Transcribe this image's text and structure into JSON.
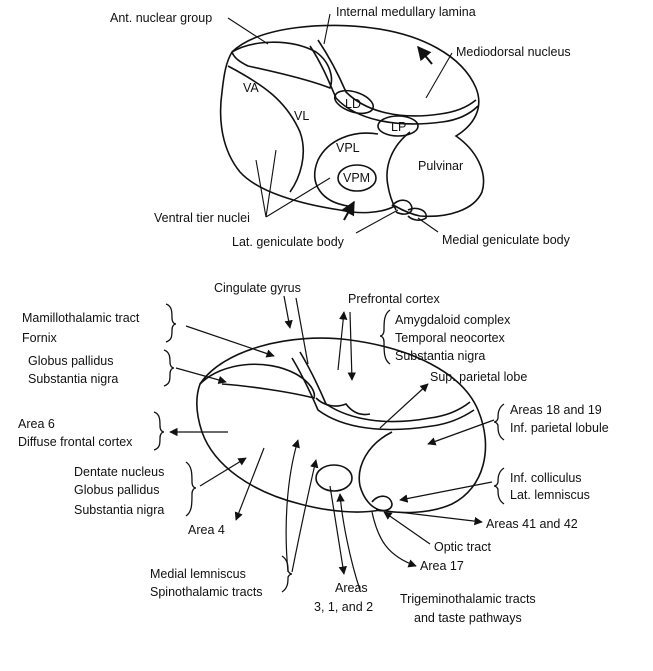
{
  "top": {
    "nuclei": {
      "va": "VA",
      "vl": "VL",
      "ld": "LD",
      "lp": "LP",
      "vpl": "VPL",
      "vpm": "VPM",
      "pulvinar": "Pulvinar"
    },
    "labels": {
      "ant_nuclear_group": "Ant. nuclear group",
      "internal_medullary_lamina": "Internal medullary lamina",
      "mediodorsal_nucleus": "Mediodorsal nucleus",
      "ventral_tier_nuclei": "Ventral tier nuclei",
      "lat_geniculate_body": "Lat. geniculate body",
      "medial_geniculate_body": "Medial geniculate body"
    }
  },
  "bottom": {
    "labels": {
      "cingulate_gyrus": "Cingulate gyrus",
      "prefrontal_cortex": "Prefrontal cortex",
      "mamillothalamic_tract": "Mamillothalamic tract",
      "fornix": "Fornix",
      "amygdaloid_complex": "Amygdaloid complex",
      "temporal_neocortex": "Temporal neocortex",
      "substantia_nigra_a": "Substantia nigra",
      "globus_pallidus_a": "Globus pallidus",
      "substantia_nigra_b": "Substantia nigra",
      "sup_parietal_lobe": "Sup. parietal lobe",
      "area_6": "Area 6",
      "diffuse_frontal_cortex": "Diffuse frontal cortex",
      "areas_18_19": "Areas 18 and 19",
      "inf_parietal_lobule": "Inf. parietal lobule",
      "dentate_nucleus": "Dentate nucleus",
      "globus_pallidus_b": "Globus pallidus",
      "substantia_nigra_c": "Substantia nigra",
      "inf_colliculus": "Inf. colliculus",
      "lat_lemniscus": "Lat. lemniscus",
      "area_4": "Area 4",
      "areas_41_42": "Areas 41 and 42",
      "optic_tract": "Optic tract",
      "area_17": "Area 17",
      "medial_lemniscus": "Medial lemniscus",
      "spinothalamic_tracts": "Spinothalamic tracts",
      "areas_3_1_2_a": "Areas",
      "areas_3_1_2_b": "3, 1, and 2",
      "trigeminothalamic_tracts": "Trigeminothalamic tracts",
      "taste_pathways": "and taste pathways"
    }
  }
}
